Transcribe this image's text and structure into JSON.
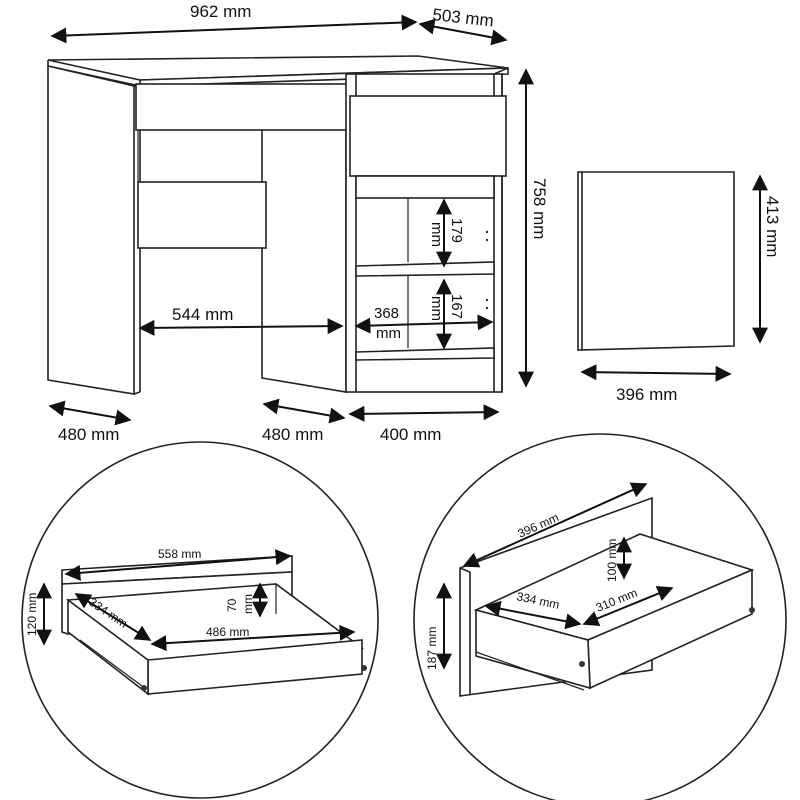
{
  "desk": {
    "width": "962 mm",
    "depth": "503 mm",
    "height": "758 mm",
    "leg_gap": "544 mm",
    "left_leg_depth": "480 mm",
    "middle_leg_depth": "480 mm",
    "cabinet_width": "400 mm",
    "shelf_upper_height_num": "179",
    "shelf_upper_height_unit": "mm",
    "shelf_lower_height_num": "167",
    "shelf_lower_height_unit": "mm",
    "shelf_width_num": "368",
    "shelf_width_unit": "mm"
  },
  "door": {
    "height": "413 mm",
    "width": "396 mm"
  },
  "drawer_left": {
    "front_width": "558 mm",
    "front_height": "120 mm",
    "side_length": "334 mm",
    "inner_width": "486 mm",
    "inner_height_num": "70",
    "inner_height_unit": "mm"
  },
  "drawer_right": {
    "front_width": "396 mm",
    "front_height": "187 mm",
    "inner_height": "100 mm",
    "side_length": "334 mm",
    "inner_width": "310 mm"
  }
}
